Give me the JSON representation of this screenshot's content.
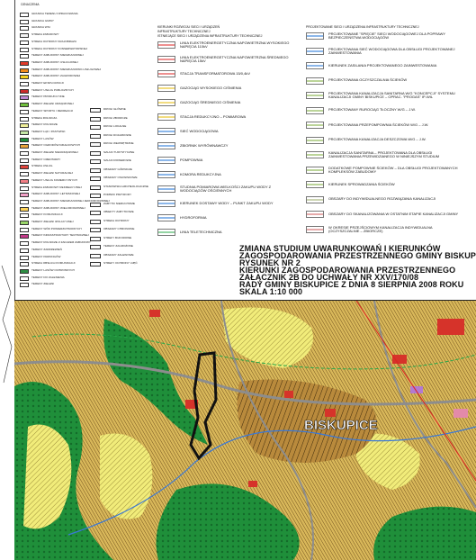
{
  "legend_left": {
    "heading": "OZNACZENIA",
    "items": [
      {
        "color": "#ffffff",
        "label": "GRANICA TERENU OPRACOWANIA"
      },
      {
        "color": "#ffffff",
        "label": "GRANICA GMINY"
      },
      {
        "color": "#ffffff",
        "label": "GRANICA WSI"
      },
      {
        "color": "#f4f4f4",
        "label": "STREFA ZABUDOWY"
      },
      {
        "color": "#ffffff",
        "label": "STREFA OCHRONY KRAJOBRAZU"
      },
      {
        "color": "#ffffff",
        "label": "STREFA OCHRONY KONSERWATORSKIEJ"
      },
      {
        "color": "#ffffff",
        "label": "TERENY ZABUDOWY MIESZKANIOWEJ"
      },
      {
        "color": "#e23b2a",
        "label": "TERENY ZABUDOWY USŁUGOWEJ"
      },
      {
        "color": "#f08a1c",
        "label": "TERENY ZABUDOWY MIESZKANIOWO-USŁUGOWEJ"
      },
      {
        "color": "#f5d21f",
        "label": "TERENY ZABUDOWY ZAGRODOWEJ"
      },
      {
        "color": "#ffffff",
        "label": "TERENY EKSPLOATACJI"
      },
      {
        "color": "#cc2a2a",
        "label": "TERENY USŁUG PUBLICZNYCH"
      },
      {
        "color": "#c08ad6",
        "label": "TERENY PRODUKCYJNE"
      },
      {
        "color": "#6fbf3c",
        "label": "TERENY ZIELENI URZĄDZONEJ"
      },
      {
        "color": "#ffffff",
        "label": "TERENY SPORTU I REKREACJI"
      },
      {
        "color": "#ffffff",
        "label": "STREFA ROLNICZA"
      },
      {
        "color": "#f0ef9a",
        "label": "TERENY ROLNICZE"
      },
      {
        "color": "#c6e8a8",
        "label": "TERENY ŁĄK I PASTWISK"
      },
      {
        "color": "#1f8f3a",
        "label": "TERENY LASÓW"
      },
      {
        "color": "#e8a33a",
        "label": "TERENY OGRODÓW DZIAŁKOWYCH"
      },
      {
        "color": "#ffffff",
        "label": "TERENY ZIELENI NIEURZĄDZONEJ"
      },
      {
        "color": "#ffffff",
        "label": "TERENY CMENTARZY"
      },
      {
        "color": "#e0433b",
        "label": "STREFA USŁUG"
      },
      {
        "color": "#ffffff",
        "label": "TERENY ZIELENI NATURALNEJ"
      },
      {
        "color": "#f27f86",
        "label": "TERENY USŁUG KOMERCYJNYCH"
      },
      {
        "color": "#ffffff",
        "label": "STREFA ZABUDOWY REKREACYJNEJ"
      },
      {
        "color": "#f2a2c8",
        "label": "TERENY ZABUDOWY LETNISKOWEJ"
      },
      {
        "color": "#ffffff",
        "label": "TERENY ZABUDOWY MIESZKANIOWEJ JEDNORODZINNEJ"
      },
      {
        "color": "#ffd45a",
        "label": "TERENY ZABUDOWY WIELORODZINNEJ"
      },
      {
        "color": "#ffffff",
        "label": "TERENY KOMUNIKACJI"
      },
      {
        "color": "#9ad66a",
        "label": "TERENY ZIELENI IZOLACYJNEJ"
      },
      {
        "color": "#ffffff",
        "label": "TERENY WÓD POWIERZCHNIOWYCH"
      },
      {
        "color": "#c43a8a",
        "label": "TERENY INFRASTRUKTURY TECHNICZNEJ"
      },
      {
        "color": "#ffffff",
        "label": "TERENY ROLNICZE Z ZAKAZEM ZABUDOWY"
      },
      {
        "color": "#ffffff",
        "label": "TERENY ZADRZEWIEŃ"
      },
      {
        "color": "#ffffff",
        "label": "TERENY PARKINGÓW"
      },
      {
        "color": "#ffffff",
        "label": "STREFA OBSŁUGI KOMUNIKACJI"
      },
      {
        "color": "#2f8f45",
        "label": "TERENY LASÓW OCHRONNYCH"
      },
      {
        "color": "#ffffff",
        "label": "TERENY DO ZALESIENIA"
      },
      {
        "color": "#ffffff",
        "label": "TERENY ZIELENI"
      }
    ]
  },
  "legend_mid": {
    "items": [
      "DROGI GŁÓWNE",
      "DROGI ZBIORCZE",
      "DROGI LOKALNE",
      "DROGI DOJAZDOWE",
      "DROGI WEWNĘTRZNE",
      "SZLAKI TURYSTYCZNE",
      "SZLAKI ROWEROWE",
      "OBSZARY GÓRNICZE",
      "OBSZARY OSUWISKOWE",
      "STANOWISKA ARCHEOLOGICZNE",
      "POMNIKI PRZYRODY",
      "ZABYTKI NIERUCHOME",
      "OBIEKTY ZABYTKOWE",
      "STREFA OCHRONY",
      "OBSZARY CHRONIONE",
      "STREFY BUFOROWE",
      "TERENY ZAGROŻONE",
      "OBSZARY ZALEWOWE",
      "STREFY OCHRONY UJĘĆ"
    ]
  },
  "infra_left": {
    "title_lines": [
      "KIERUNKI ROZWOJU SIECI I URZĄDZEŃ",
      "INFRASTRUKTURY TECHNICZNEJ",
      "ISTNIEJĄCE SIECI I URZĄDZENIA INFRASTRUKTURY TECHNICZNEJ"
    ],
    "items": [
      {
        "label": "LINIA ELEKTROENERGETYCZNA NAPOWIETRZNA WYSOKIEGO NAPIĘCIA 110kV",
        "color": "#d22"
      },
      {
        "label": "LINIA ELEKTROENERGETYCZNA NAPOWIETRZNA ŚREDNIEGO NAPIĘCIA 15kV",
        "color": "#d22"
      },
      {
        "label": "STACJA TRANSFORMATOROWA 15/0,4kV",
        "color": "#d22"
      },
      {
        "label": "GAZOCIĄG WYSOKIEGO CIŚNIENIA",
        "color": "#e6b800"
      },
      {
        "label": "GAZOCIĄG ŚREDNIEGO CIŚNIENIA",
        "color": "#e6b800"
      },
      {
        "label": "STACJA REDUKCYJNO – POMIAROWA",
        "color": "#e6b800"
      },
      {
        "label": "SIEĆ WODOCIĄGOWA",
        "color": "#1a6fd6"
      },
      {
        "label": "ZBIORNIK WYRÓWNAWCZY",
        "color": "#1a6fd6"
      },
      {
        "label": "POMPOWNIA",
        "color": "#1a6fd6"
      },
      {
        "label": "KOMORA REDUKCYJNA",
        "color": "#1a6fd6"
      },
      {
        "label": "STUDNIA POMIAROWA WIELKOŚCI ZAKUPU WODY Z WODOCIĄGÓW OŚCIENNYCH",
        "color": "#1a6fd6"
      },
      {
        "label": "KIERUNEK DOSTAWY WODY – PUNKT ZAKUPU WODY",
        "color": "#1a6fd6"
      },
      {
        "label": "HYDROFORNIA",
        "color": "#1a6fd6"
      },
      {
        "label": "LINIA TELETECHNICZNA",
        "color": "#2aa84a"
      }
    ]
  },
  "infra_right": {
    "title": "PROJEKTOWANE SIECI I URZĄDZENIA INFRASTRUKTURY TECHNICZNEJ",
    "items": [
      {
        "label": "PROJEKTOWANE \"SPIĘCIE\" SIECI WODOCIĄGOWEJ DLA POPRAWY BEZPIECZEŃSTWA WODOCIĄGÓW",
        "color": "#1a6fd6"
      },
      {
        "label": "PROJEKTOWANA SIEĆ WODOCIĄGOWA DLA OBSŁUGI PROJEKTOWANEJ ZAINWESTOWANIA",
        "color": "#1a6fd6"
      },
      {
        "label": "KIERUNEK ZASILANIA PROJEKTOWANEGO ZAINWESTOWANIA",
        "color": "#1a6fd6"
      },
      {
        "label": "PROJEKTOWANA OCZYSZCZALNIA ŚCIEKÓW",
        "color": "#7a3"
      },
      {
        "label": "PROJEKTOWANA KANALIZACJA SANITARNA W/G \"KONCEPCJI\" SYSTEMU KANALIZACJI GMINY BISKUPICE – OPRAC. \"PROGAS\" IP-WIL",
        "color": "#7a3"
      },
      {
        "label": "PROJEKTOWANY RUROCIĄG TŁOCZNY W/G – J.W.",
        "color": "#7a3"
      },
      {
        "label": "PROJEKTOWANA PRZEPOMPOWNIA ŚCIEKÓW W/G – J.W.",
        "color": "#7a3"
      },
      {
        "label": "PROJEKTOWANA KANALIZACJA DESZCZOWA W/G – J.W.",
        "color": "#7a3"
      },
      {
        "label": "KANALIZACJA SANITARNA – PROJEKTOWANA DLA OBSŁUGI ZAINWESTOWANIA PRZEWIDZIANEGO W NINIEJSZYM STUDIUM",
        "color": "#7a3"
      },
      {
        "label": "DODATKOWE POMPOWNIE ŚCIEKÓW – DLA OBSŁUGI PROJEKTOWANYCH KOMPLEKSÓW ZABUDOWY",
        "color": "#7a3"
      },
      {
        "label": "KIERUNEK SPROWADZANIA ŚCIEKÓW",
        "color": "#7a3"
      },
      {
        "label": "OBSZARY DO INDYWIDUALNEGO ROZWIĄZANIA KANALIZACJI",
        "color": "#9a6"
      },
      {
        "label": "OBSZARY DO SKANALIZOWANIA W OSTATNIM ETAPIE KANALIZACJI GMINY",
        "color": "#c55"
      },
      {
        "label": "W OKRESIE PRZEJŚCIOWYM KANALIZACJA INDYWIDUALNA (OCZYSZCZALNIE – ZBIORCZE)",
        "color": "#c55"
      }
    ]
  },
  "title_block": {
    "lines": [
      "ZMIANA STUDIUM UWARUNKOWAŃ I KIERUNKÓW",
      "ZAGOSPODAROWANIA PRZESTRZENNEGO GMINY BISKUPICE",
      "RYSUNEK NR 2",
      "KIERUNKI ZAGOSPODAROWANIA PRZESTRZENNEGO",
      "ZAŁĄCZNIK 2B DO UCHWAŁY NR XXV/170/08",
      "RADY GMINY BISKUPICE Z DNIA 8 SIERPNIA 2008 ROKU",
      "SKALA 1:10 000"
    ]
  },
  "map": {
    "place_label": "BISKUPICE",
    "colors": {
      "forest": "#1f8f3a",
      "forest_dark": "#146b2a",
      "hatch_yellow": "#f1ec7a",
      "residential": "#c9a14a",
      "residential_dark": "#7a5520",
      "service_red": "#d6332a",
      "water_blue": "#3a78d8",
      "road_grey": "#8d8d8d",
      "pink": "#e38aa9",
      "purple": "#b27ad1"
    }
  }
}
